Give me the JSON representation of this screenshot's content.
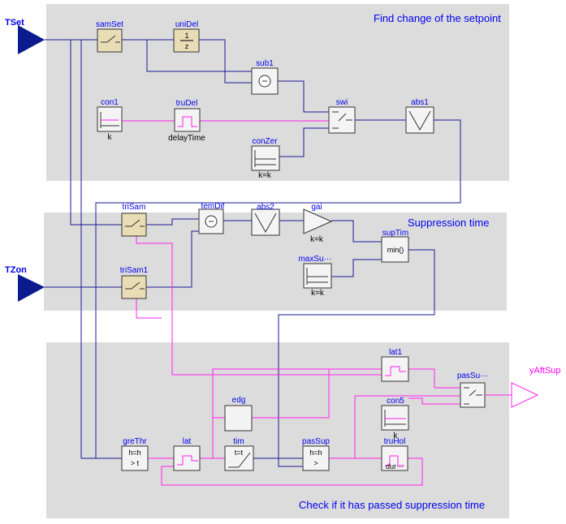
{
  "groups": {
    "setpoint_title": "Find change of the setpoint",
    "suppression_title": "Suppression time",
    "check_title": "Check if it has passed suppression time"
  },
  "inputs": {
    "tset": "TSet",
    "tzon": "TZon"
  },
  "outputs": {
    "yaftsup": "yAftSup"
  },
  "blocks": {
    "samSet": "samSet",
    "uniDel": "uniDel",
    "uniDel_num": "1",
    "uniDel_den": "z",
    "sub1": "sub1",
    "con1": "con1",
    "con1_param": "k",
    "truDel": "truDel",
    "truDel_param": "delayTime",
    "swi": "swi",
    "abs1": "abs1",
    "conZer": "conZer",
    "conZer_param": "k=k",
    "triSam": "triSam",
    "temDif": "temDif",
    "abs2": "abs2",
    "gai": "gai",
    "gai_param": "k=k",
    "supTim": "supTim",
    "supTim_inner": "min()",
    "maxSu": "maxSu···",
    "maxSu_param": "k=k",
    "triSam1": "triSam1",
    "lat1": "lat1",
    "pasSu": "pasSu···",
    "edg": "edg",
    "con5": "con5",
    "con5_param": "k",
    "greThr": "greThr",
    "greThr_inner1": "h=h",
    "greThr_inner2": "> t",
    "lat": "lat",
    "tim": "tim",
    "tim_inner": "t=t",
    "pasSup": "pasSup",
    "pasSup_inner1": "h=h",
    "pasSup_inner2": ">",
    "truHol": "truHol",
    "truHol_inner": "dur···"
  },
  "colors": {
    "real_wire": "#1a1a99",
    "bool_wire": "#ff22ee",
    "group_bg": "#dcdcdc",
    "label": "#0000ee"
  }
}
